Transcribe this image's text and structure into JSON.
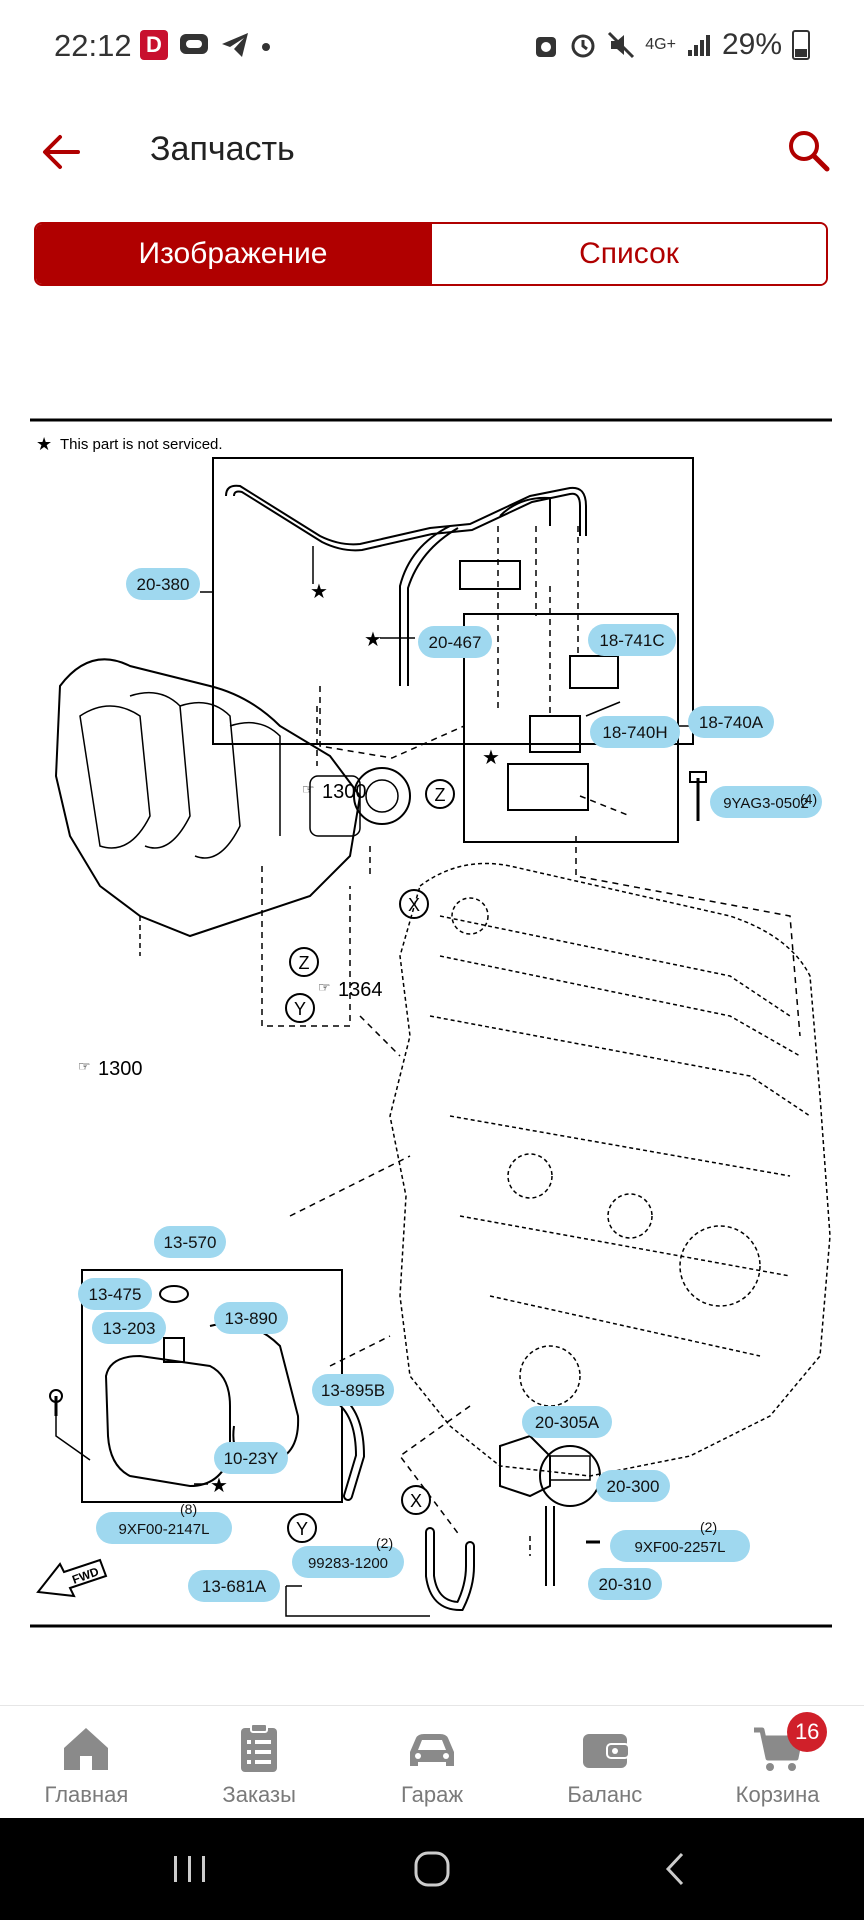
{
  "status": {
    "time": "22:12",
    "app_d": "D",
    "network": "4G+",
    "battery": "29%"
  },
  "header": {
    "title": "Запчасть"
  },
  "tabs": [
    {
      "label": "Изображение",
      "active": true
    },
    {
      "label": "Список",
      "active": false
    }
  ],
  "diagram": {
    "note": "This part is not serviced.",
    "part_labels": [
      "20-380",
      "20-467",
      "18-741C",
      "18-740H",
      "18-740A",
      "9YAG3-0502",
      "13-570",
      "13-475",
      "13-203",
      "13-890",
      "13-895B",
      "10-23Y",
      "9XF00-2147L",
      "20-305A",
      "20-300",
      "9XF00-2257L",
      "20-310",
      "99283-1200",
      "13-681A"
    ],
    "refs": [
      "1300",
      "1300",
      "1364"
    ],
    "circle_letters": [
      "Z",
      "X",
      "Z",
      "Y",
      "X",
      "Y"
    ],
    "qty": {
      "9YAG3-0502": "(4)",
      "9XF00-2147L": "(8)",
      "9XF00-2257L": "(2)",
      "99283-1200": "(2)"
    },
    "fwd": "FWD"
  },
  "bottom_nav": [
    {
      "label": "Главная",
      "icon": "home-icon"
    },
    {
      "label": "Заказы",
      "icon": "orders-icon"
    },
    {
      "label": "Гараж",
      "icon": "car-icon"
    },
    {
      "label": "Баланс",
      "icon": "wallet-icon"
    },
    {
      "label": "Корзина",
      "icon": "cart-icon",
      "badge": "16"
    }
  ],
  "colors": {
    "accent": "#b00000",
    "label_highlight": "#9fd8ef",
    "badge": "#d0202a"
  }
}
